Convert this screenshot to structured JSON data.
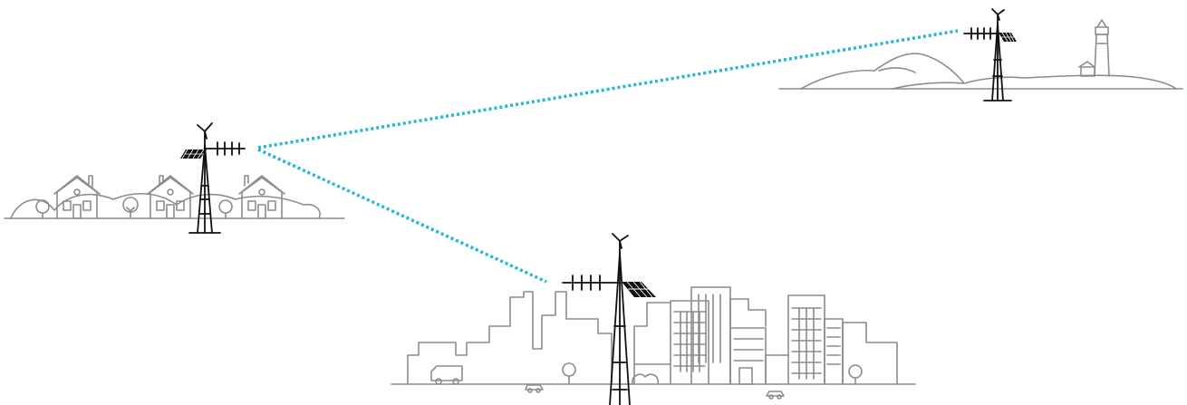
{
  "colors": {
    "link": "#22b8d4",
    "outline": "#8c8c8c",
    "tower": "#111111",
    "background": "#ffffff"
  },
  "scenes": [
    {
      "name": "suburban-village",
      "elements": [
        "house",
        "house",
        "house",
        "tree",
        "tree",
        "tree",
        "hills"
      ]
    },
    {
      "name": "coastal-headland",
      "elements": [
        "hills",
        "lighthouse",
        "small-house"
      ]
    },
    {
      "name": "city-skyline",
      "elements": [
        "skyscrapers",
        "office-buildings",
        "van",
        "car",
        "car",
        "tree",
        "tree"
      ]
    }
  ],
  "towers": [
    {
      "site": "village",
      "parts": [
        "wind-turbine-icon",
        "solar-panel-icon",
        "yagi-antenna-icon"
      ]
    },
    {
      "site": "coast",
      "parts": [
        "wind-turbine-icon",
        "solar-panel-icon",
        "yagi-antenna-icon"
      ]
    },
    {
      "site": "city",
      "parts": [
        "wind-turbine-icon",
        "solar-panel-icon",
        "yagi-antenna-icon"
      ]
    }
  ],
  "links": [
    {
      "from": "village",
      "to": "coast",
      "style": "dotted"
    },
    {
      "from": "village",
      "to": "city",
      "style": "dotted"
    }
  ]
}
